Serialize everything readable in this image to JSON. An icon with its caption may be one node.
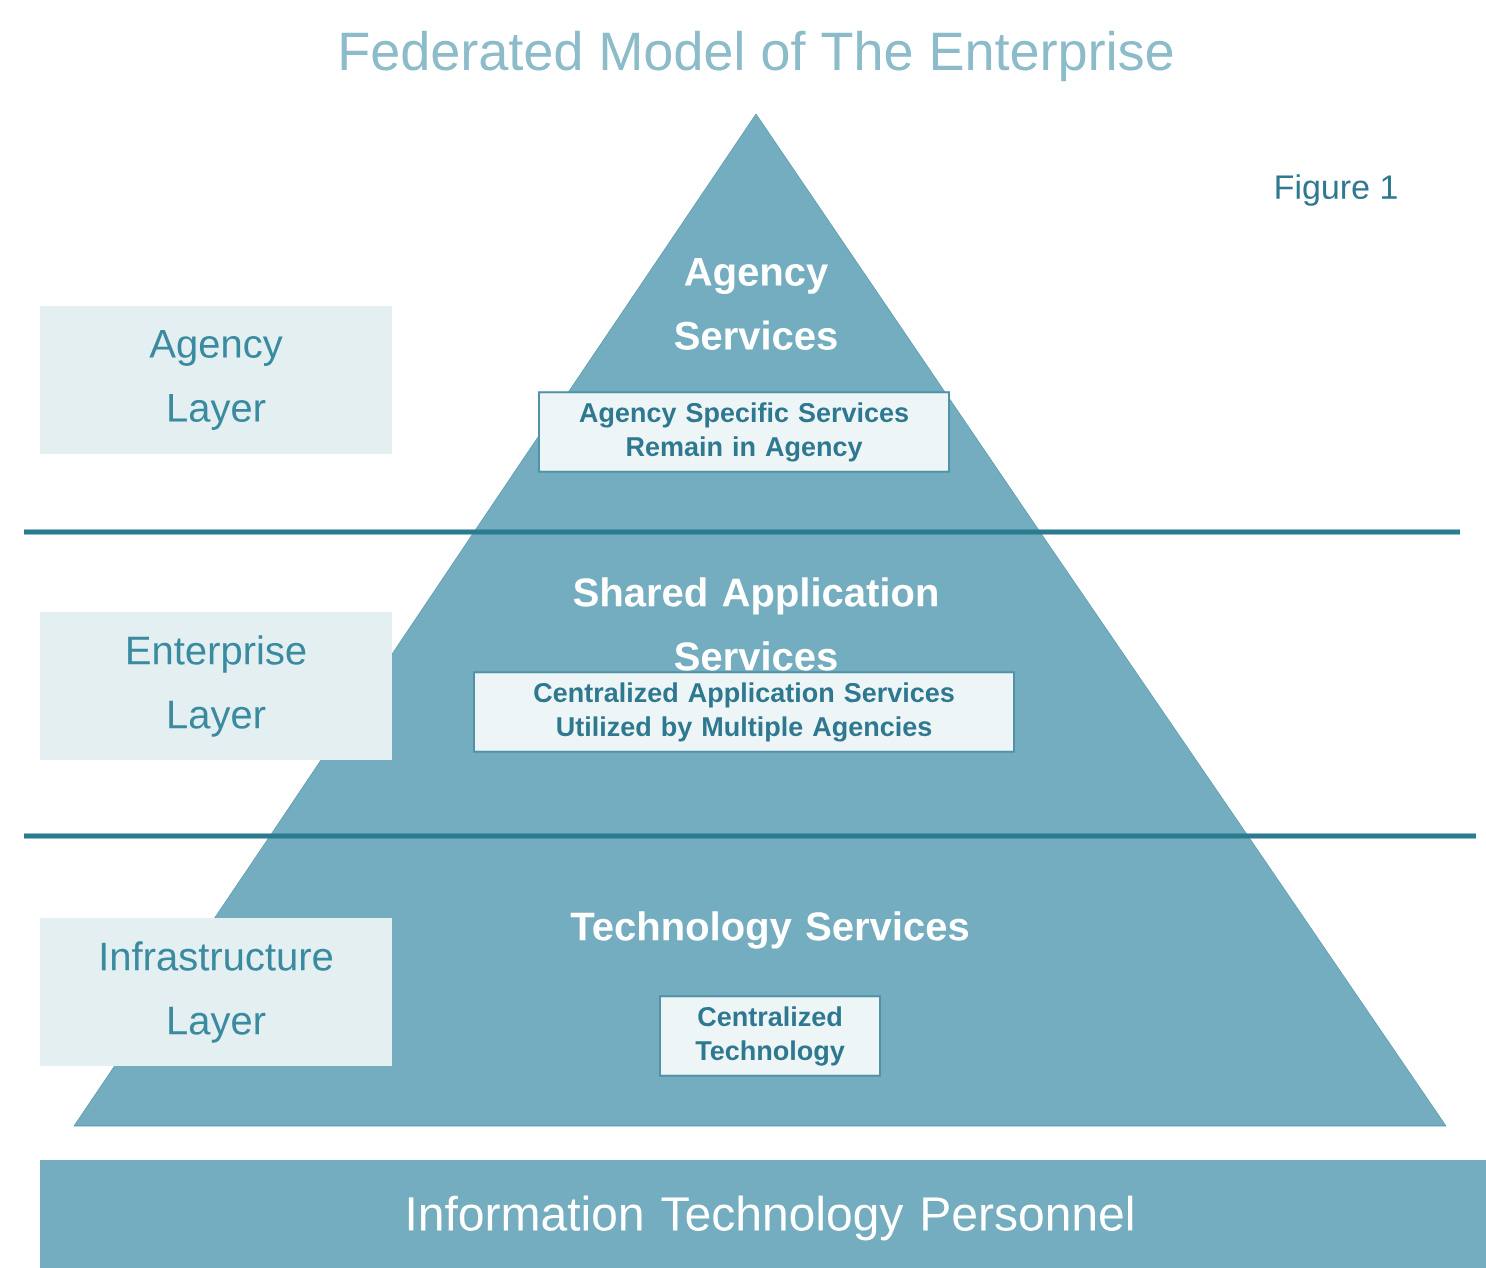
{
  "diagram": {
    "title": "Federated Model of The Enterprise",
    "nodes": [
      {
        "text": [
          "Agency Layer"
        ]
      },
      {
        "text": [
          "Agency Services"
        ]
      },
      {
        "text": [
          "Agency Specific Services Remain in Agency"
        ],
        "in": 1
      },
      {
        "text": [
          "Enterprise Layer"
        ]
      },
      {
        "text": [
          "Shared Application Services"
        ]
      },
      {
        "text": [
          "Centralized Application Services Utilized by Multiple Agencies"
        ],
        "in": 4
      },
      {
        "text": [
          "Infrastructure Layer"
        ]
      },
      {
        "text": [
          "Technology Services"
        ]
      },
      {
        "text": [
          "Centralized Technology"
        ],
        "in": 7
      },
      {
        "text": [
          "Information Technology Personnel"
        ]
      }
    ],
    "labels": [
      "Figure 1"
    ]
  }
}
